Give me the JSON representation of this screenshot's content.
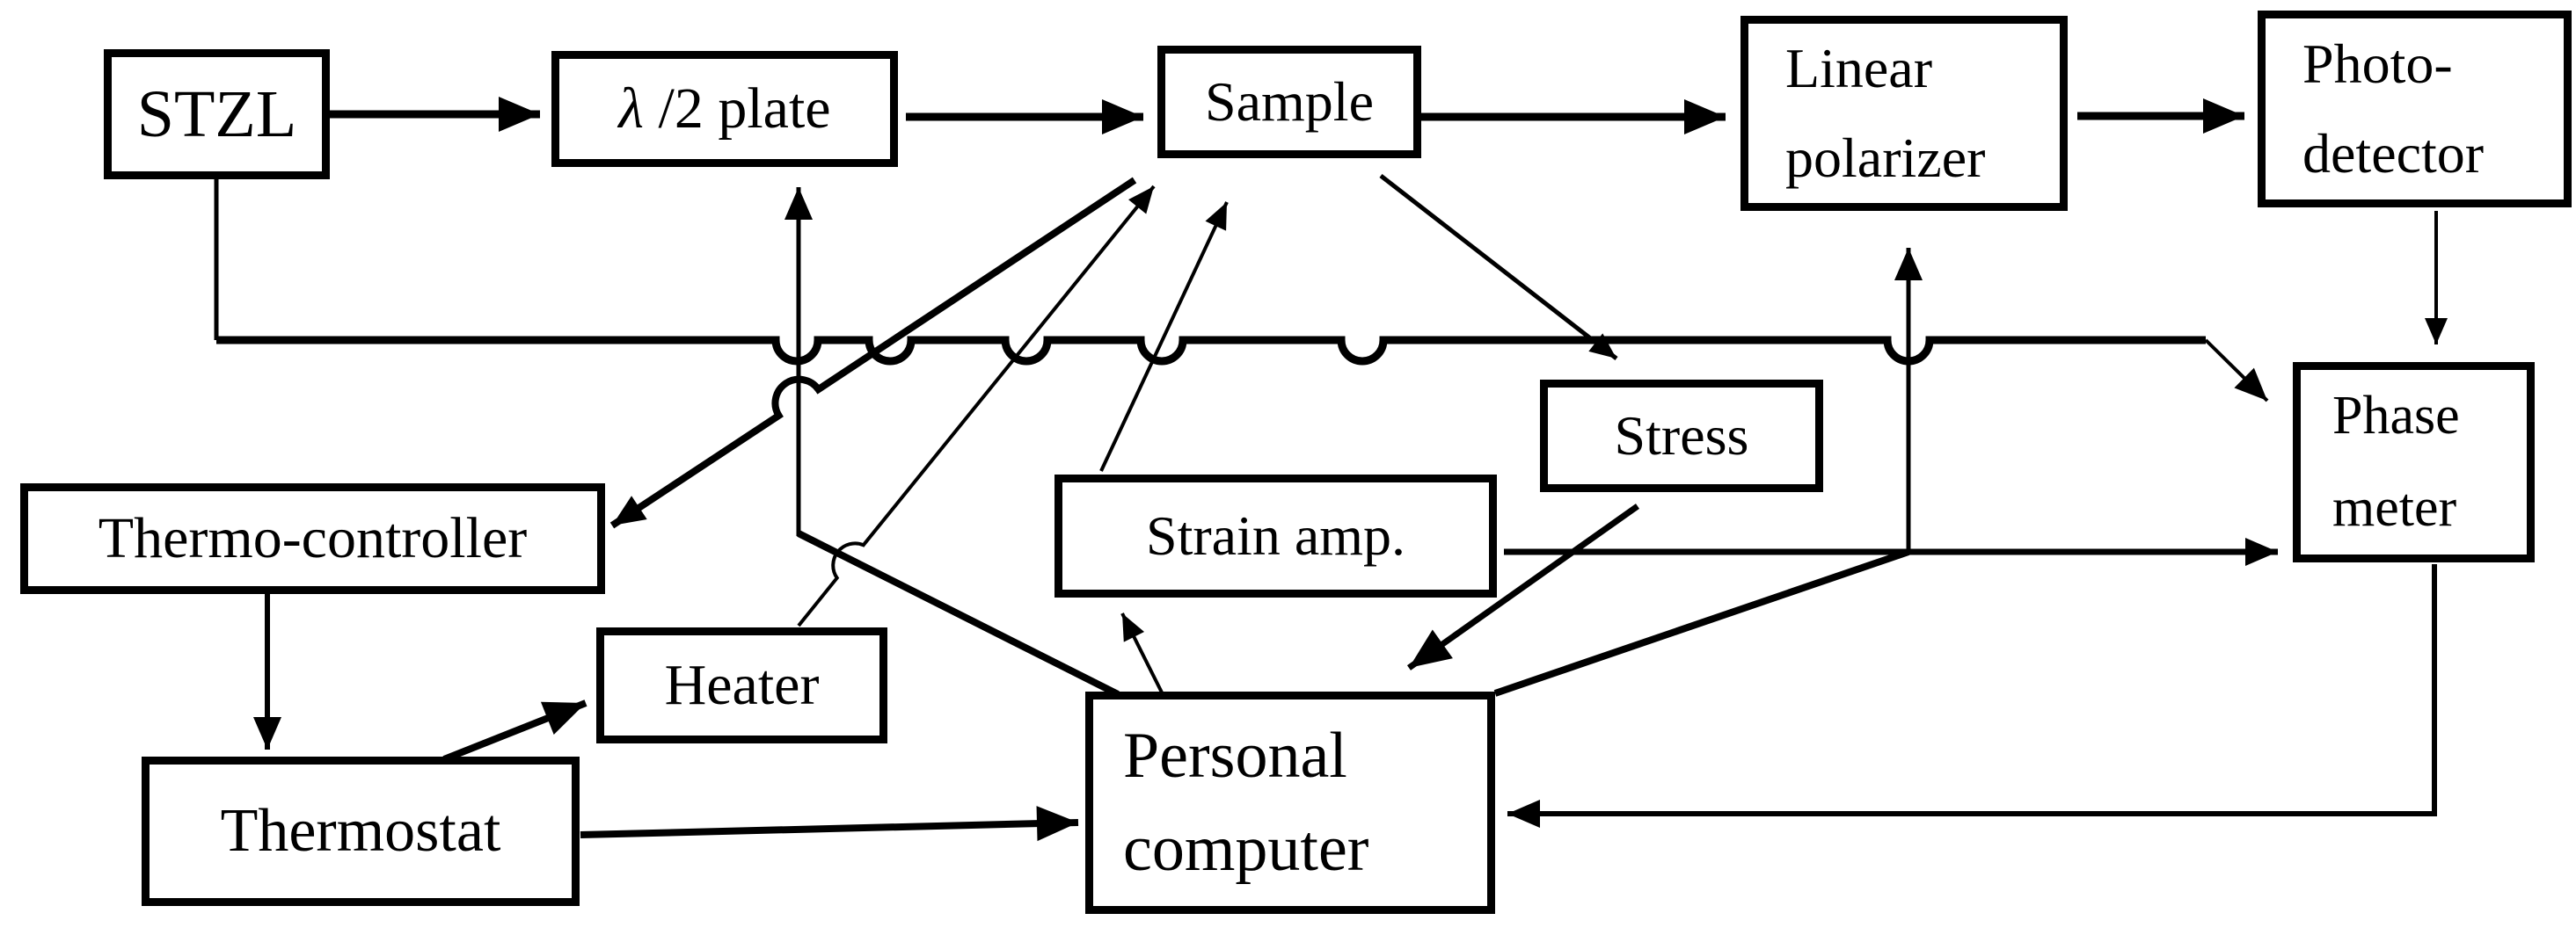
{
  "diagram": {
    "background_color": "#ffffff",
    "line_color": "#000000",
    "nodes": {
      "stzl": {
        "label": "STZL"
      },
      "halfwave": {
        "sym": "λ",
        "rest": " /2 plate"
      },
      "sample": {
        "label": "Sample"
      },
      "polarizer": {
        "line1": "Linear",
        "line2": "polarizer"
      },
      "photodetector": {
        "line1": "Photo-",
        "line2": "detector"
      },
      "phasemeter": {
        "line1": "Phase",
        "line2": "meter"
      },
      "stress": {
        "label": "Stress"
      },
      "strainamp": {
        "label": "Strain amp."
      },
      "thermocontroller": {
        "label": "Thermo-controller"
      },
      "heater": {
        "label": "Heater"
      },
      "thermostat": {
        "label": "Thermostat"
      },
      "pc": {
        "line1": "Personal",
        "line2": "computer"
      }
    },
    "edges": [
      {
        "from": "STZL",
        "to": "λ/2 plate",
        "kind": "arrow"
      },
      {
        "from": "λ/2 plate",
        "to": "Sample",
        "kind": "arrow"
      },
      {
        "from": "Sample",
        "to": "Linear polarizer",
        "kind": "arrow"
      },
      {
        "from": "Linear polarizer",
        "to": "Photo-detector",
        "kind": "arrow"
      },
      {
        "from": "Photo-detector",
        "to": "Phase meter",
        "kind": "arrow"
      },
      {
        "from": "STZL",
        "to": "Phase meter",
        "kind": "arrow",
        "note": "long reference line with crossing hops"
      },
      {
        "from": "Personal computer",
        "to": "λ/2 plate",
        "kind": "arrow"
      },
      {
        "from": "Sample",
        "to": "Thermo-controller",
        "kind": "arrow"
      },
      {
        "from": "Heater",
        "to": "Sample",
        "kind": "arrow"
      },
      {
        "from": "Strain amp.",
        "to": "Sample",
        "kind": "arrow"
      },
      {
        "from": "Sample",
        "to": "Stress",
        "kind": "arrow"
      },
      {
        "from": "Stress",
        "to": "Personal computer",
        "kind": "arrow"
      },
      {
        "from": "Personal computer",
        "to": "Strain amp.",
        "kind": "arrow"
      },
      {
        "from": "Strain amp.",
        "to": "Phase meter",
        "kind": "arrow"
      },
      {
        "from": "Strain amp. line junction",
        "to": "Linear polarizer",
        "kind": "arrow"
      },
      {
        "from": "Personal computer",
        "to": "Strain amp. line junction",
        "kind": "line"
      },
      {
        "from": "Thermo-controller",
        "to": "Thermostat",
        "kind": "arrow"
      },
      {
        "from": "Thermostat",
        "to": "Heater",
        "kind": "arrow"
      },
      {
        "from": "Thermostat",
        "to": "Personal computer",
        "kind": "arrow"
      },
      {
        "from": "Phase meter",
        "to": "Personal computer",
        "kind": "arrow"
      }
    ]
  }
}
